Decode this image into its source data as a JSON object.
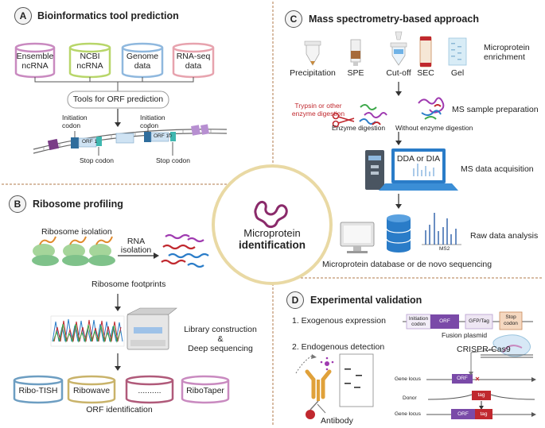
{
  "center": {
    "line1": "Microprotein",
    "line2": "identification"
  },
  "panelA": {
    "letter": "A",
    "title": "Bioinformatics tool prediction",
    "databases": [
      {
        "l1": "Ensemble",
        "l2": "ncRNA",
        "color": "#c98ac0"
      },
      {
        "l1": "NCBI",
        "l2": "ncRNA",
        "color": "#b8d66a"
      },
      {
        "l1": "Genome",
        "l2": "data",
        "color": "#8fb8de"
      },
      {
        "l1": "RNA-seq",
        "l2": "data",
        "color": "#e7a3ae"
      }
    ],
    "tools_label": "Tools for ORF prediction",
    "init1": [
      "Initiation",
      "codon"
    ],
    "init2": [
      "Initiation",
      "codon"
    ],
    "orf1": "ORF 1",
    "orf10": "ORF 10",
    "stop1": "Stop codon",
    "stop2": "Stop codon"
  },
  "panelB": {
    "letter": "B",
    "title": "Ribosome profiling",
    "isolation": "Ribosome isolation",
    "rna_iso": [
      "RNA",
      "isolation"
    ],
    "footprints": "Ribosome footprints",
    "library": [
      "Library construction",
      "&",
      "Deep sequencing"
    ],
    "tools": [
      {
        "label": "Ribo-TISH",
        "color": "#6d9ec2"
      },
      {
        "label": "Ribowave",
        "color": "#c9b36a"
      },
      {
        "label": "..........",
        "color": "#b05a7a"
      },
      {
        "label": "RiboTaper",
        "color": "#c98ac0"
      }
    ],
    "orf_id": "ORF identification"
  },
  "panelC": {
    "letter": "C",
    "title": "Mass spectrometry-based approach",
    "methods": [
      "Precipitation",
      "SPE",
      "Cut-off",
      "SEC",
      "Gel"
    ],
    "enrichment": [
      "Microprotein",
      "enrichment"
    ],
    "trypsin": [
      "Trypsin or other",
      "enzyme digestion"
    ],
    "enzyme_digestion": "Enzyme digestion",
    "without_enzyme": "Without enzyme digestion",
    "sample_prep": "MS sample preparation",
    "dda": "DDA or DIA",
    "acquisition": "MS data acquisition",
    "ms2": "MS2",
    "raw": "Raw data analysis",
    "database": "Microprotein database or de novo sequencing"
  },
  "panelD": {
    "letter": "D",
    "title": "Experimental validation",
    "exo": "1.  Exogenous expression",
    "plasmid_parts": [
      [
        "Initiation",
        "codon"
      ],
      [
        "ORF"
      ],
      [
        "GFP/Tag"
      ],
      [
        "Stop",
        "codon"
      ]
    ],
    "fusion": "Fusion plasmid",
    "endo": "2. Endogenous detection",
    "crispr": "CRISPR-Cas9",
    "gene_locus": "Gene locus",
    "donor": "Donor",
    "orf": "ORF",
    "tag": "tag",
    "antibody": "Antibody"
  },
  "colors": {
    "divider": "#b07a4a",
    "purple": "#7a4aa8",
    "red": "#c0282e",
    "circle": "#e9d9a4"
  }
}
